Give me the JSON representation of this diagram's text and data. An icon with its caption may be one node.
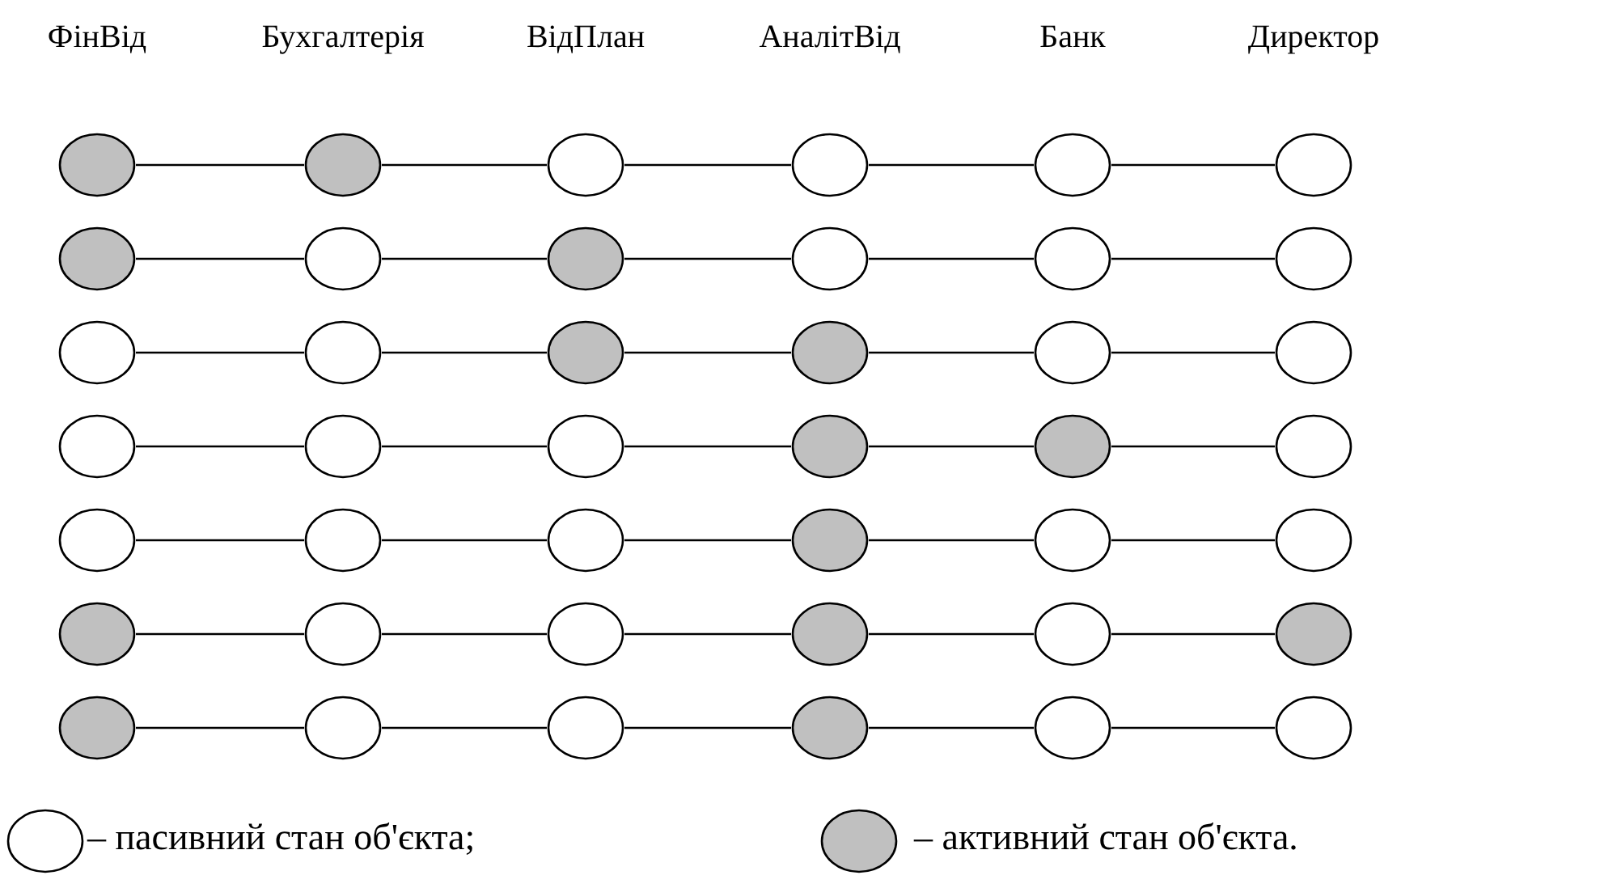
{
  "diagram": {
    "nodes": [
      {
        "text": [],
        "shape": "circle"
      },
      {
        "text": [],
        "shape": "circle"
      },
      {
        "text": [],
        "shape": "circle"
      },
      {
        "text": [],
        "shape": "circle"
      },
      {
        "text": [],
        "shape": "circle"
      },
      {
        "text": [],
        "shape": "circle"
      },
      {
        "text": [],
        "shape": "circle"
      },
      {
        "text": [],
        "shape": "circle"
      },
      {
        "text": [],
        "shape": "circle"
      },
      {
        "text": [],
        "shape": "circle"
      },
      {
        "text": [],
        "shape": "circle"
      },
      {
        "text": [],
        "shape": "circle"
      },
      {
        "text": [],
        "shape": "circle"
      },
      {
        "text": [],
        "shape": "circle"
      },
      {
        "text": [],
        "shape": "circle"
      },
      {
        "text": [],
        "shape": "circle"
      },
      {
        "text": [],
        "shape": "circle"
      },
      {
        "text": [],
        "shape": "circle"
      },
      {
        "text": [],
        "shape": "circle"
      },
      {
        "text": [],
        "shape": "circle"
      },
      {
        "text": [],
        "shape": "circle"
      },
      {
        "text": [],
        "shape": "circle"
      },
      {
        "text": [],
        "shape": "circle"
      },
      {
        "text": [],
        "shape": "circle"
      },
      {
        "text": [],
        "shape": "circle"
      },
      {
        "text": [],
        "shape": "circle"
      },
      {
        "text": [],
        "shape": "circle"
      },
      {
        "text": [],
        "shape": "circle"
      },
      {
        "text": [],
        "shape": "circle"
      },
      {
        "text": [],
        "shape": "circle"
      },
      {
        "text": [],
        "shape": "circle"
      },
      {
        "text": [],
        "shape": "circle"
      },
      {
        "text": [],
        "shape": "circle"
      },
      {
        "text": [],
        "shape": "circle"
      },
      {
        "text": [],
        "shape": "circle"
      },
      {
        "text": [],
        "shape": "circle"
      },
      {
        "text": [],
        "shape": "circle"
      },
      {
        "text": [],
        "shape": "circle"
      },
      {
        "text": [],
        "shape": "circle"
      },
      {
        "text": [],
        "shape": "circle"
      },
      {
        "text": [],
        "shape": "circle"
      },
      {
        "text": [],
        "shape": "circle"
      }
    ],
    "edges": [
      {
        "from": 0,
        "to": 1,
        "arrow": "none"
      },
      {
        "from": 1,
        "to": 2,
        "arrow": "none"
      },
      {
        "from": 2,
        "to": 3,
        "arrow": "none"
      },
      {
        "from": 3,
        "to": 4,
        "arrow": "none"
      },
      {
        "from": 4,
        "to": 5,
        "arrow": "none"
      },
      {
        "from": 6,
        "to": 7,
        "arrow": "none"
      },
      {
        "from": 7,
        "to": 8,
        "arrow": "none"
      },
      {
        "from": 8,
        "to": 9,
        "arrow": "none"
      },
      {
        "from": 9,
        "to": 10,
        "arrow": "none"
      },
      {
        "from": 10,
        "to": 11,
        "arrow": "none"
      },
      {
        "from": 12,
        "to": 13,
        "arrow": "none"
      },
      {
        "from": 13,
        "to": 14,
        "arrow": "none"
      },
      {
        "from": 14,
        "to": 15,
        "arrow": "none"
      },
      {
        "from": 15,
        "to": 16,
        "arrow": "none"
      },
      {
        "from": 16,
        "to": 17,
        "arrow": "none"
      },
      {
        "from": 18,
        "to": 19,
        "arrow": "none"
      },
      {
        "from": 19,
        "to": 20,
        "arrow": "none"
      },
      {
        "from": 20,
        "to": 21,
        "arrow": "none"
      },
      {
        "from": 21,
        "to": 22,
        "arrow": "none"
      },
      {
        "from": 22,
        "to": 23,
        "arrow": "none"
      },
      {
        "from": 24,
        "to": 25,
        "arrow": "none"
      },
      {
        "from": 25,
        "to": 26,
        "arrow": "none"
      },
      {
        "from": 26,
        "to": 27,
        "arrow": "none"
      },
      {
        "from": 27,
        "to": 28,
        "arrow": "none"
      },
      {
        "from": 28,
        "to": 29,
        "arrow": "none"
      },
      {
        "from": 30,
        "to": 31,
        "arrow": "none"
      },
      {
        "from": 31,
        "to": 32,
        "arrow": "none"
      },
      {
        "from": 32,
        "to": 33,
        "arrow": "none"
      },
      {
        "from": 33,
        "to": 34,
        "arrow": "none"
      },
      {
        "from": 34,
        "to": 35,
        "arrow": "none"
      },
      {
        "from": 36,
        "to": 37,
        "arrow": "none"
      },
      {
        "from": 37,
        "to": 38,
        "arrow": "none"
      },
      {
        "from": 38,
        "to": 39,
        "arrow": "none"
      },
      {
        "from": 39,
        "to": 40,
        "arrow": "none"
      },
      {
        "from": 40,
        "to": 41,
        "arrow": "none"
      }
    ],
    "labels": [
      "ФінВід",
      "Бухгалтерія",
      "ВідПлан",
      "АналітВід",
      "Банк",
      "Директор"
    ],
    "legend": [
      {
        "text": "– пасивний стан об'єкта;",
        "color": "#ffffff"
      },
      {
        "text": "– активний стан об'єкта.",
        "color": "#c0c0c0"
      }
    ]
  }
}
